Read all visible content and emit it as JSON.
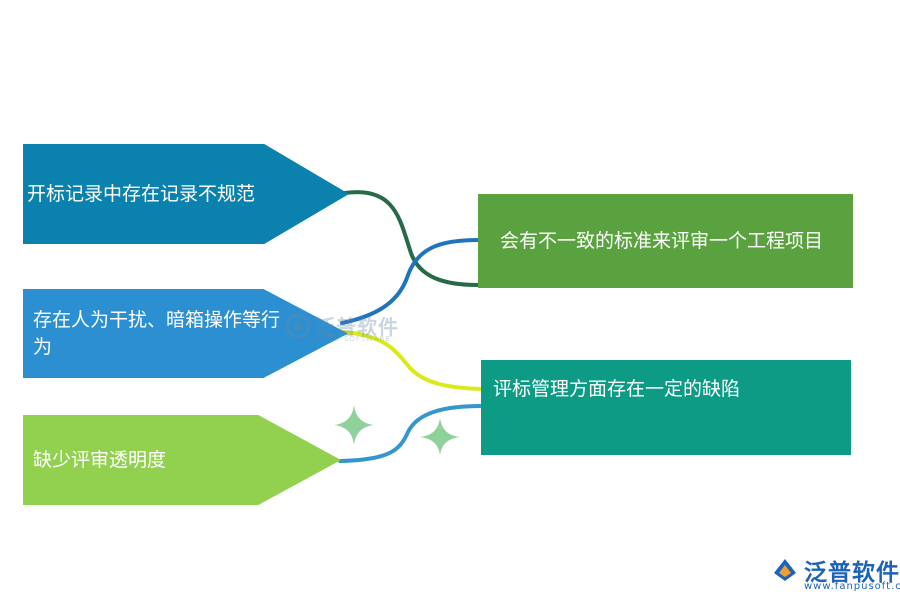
{
  "causes": [
    {
      "label": "开标记录中存在记录不规范",
      "color": "#0a82ad"
    },
    {
      "label": "存在人为干扰、暗箱操作等行为",
      "color": "#2b8fd1"
    },
    {
      "label": "缺少评审透明度",
      "color": "#92d050"
    }
  ],
  "effects": [
    {
      "label": "会有不一致的标准来评审一个工程项目",
      "color": "#5aa23f"
    },
    {
      "label": "评标管理方面存在一定的缺陷",
      "color": "#0e9b86"
    }
  ],
  "connector_colors": {
    "dark_green": "#276a48",
    "blue": "#1f74c0",
    "yellow": "#d8ea18",
    "light_blue": "#3596cf"
  },
  "sparkle_color": "#8fd19a",
  "watermark": {
    "text": "泛普软件",
    "sub": "FANPU SOFTWARE"
  },
  "logo": {
    "text": "泛普软件",
    "url": "www.fanpusoft.com"
  }
}
